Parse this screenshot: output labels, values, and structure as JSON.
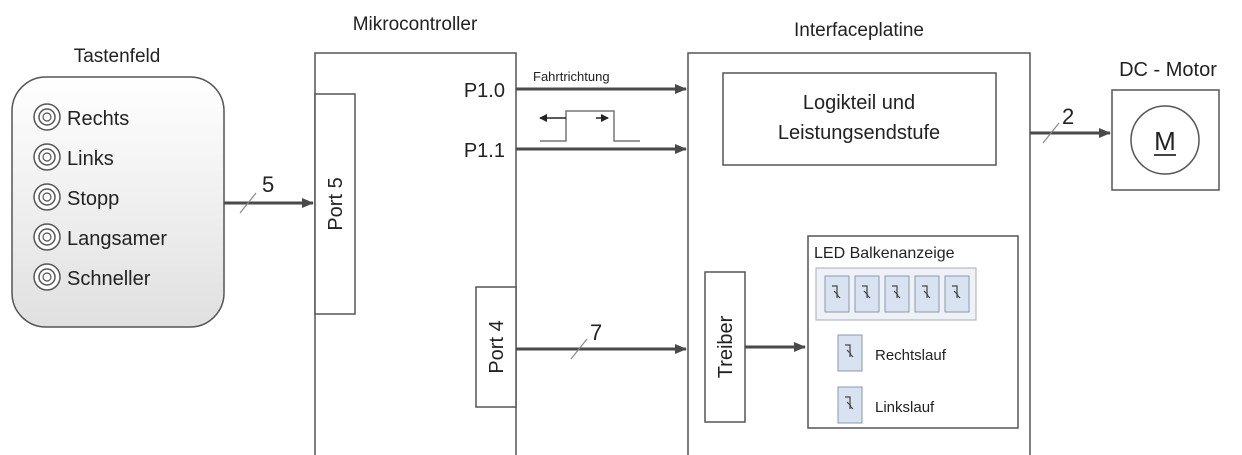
{
  "keypad": {
    "title": "Tastenfeld",
    "buttons": [
      "Rechts",
      "Links",
      "Stopp",
      "Langsamer",
      "Schneller"
    ]
  },
  "microcontroller": {
    "title": "Mikrocontroller",
    "port5_label": "Port 5",
    "port4_label": "Port 4",
    "p10_label": "P1.0",
    "p11_label": "P1.1"
  },
  "interface_board": {
    "title": "Interfaceplatine",
    "logic_block": {
      "line1": "Logikteil und",
      "line2": "Leistungsendstufe"
    },
    "driver_label": "Treiber",
    "led_panel": {
      "title": "LED Balkenanzeige",
      "bar_led_count": 5,
      "right_run_label": "Rechtslauf",
      "left_run_label": "Linkslauf"
    }
  },
  "motor": {
    "title": "DC - Motor",
    "symbol_letter": "M"
  },
  "signals": {
    "direction_label": "Fahrtrichtung",
    "bus_keypad": "5",
    "bus_port4": "7",
    "bus_motor": "2"
  },
  "colors": {
    "line": "#4a4a4a",
    "box_border": "#555555",
    "keypad_fill_top": "#ffffff",
    "keypad_fill_bottom": "#e2e2e2",
    "led_fill": "#d8e2f0",
    "led_border": "#8a9ab0"
  }
}
